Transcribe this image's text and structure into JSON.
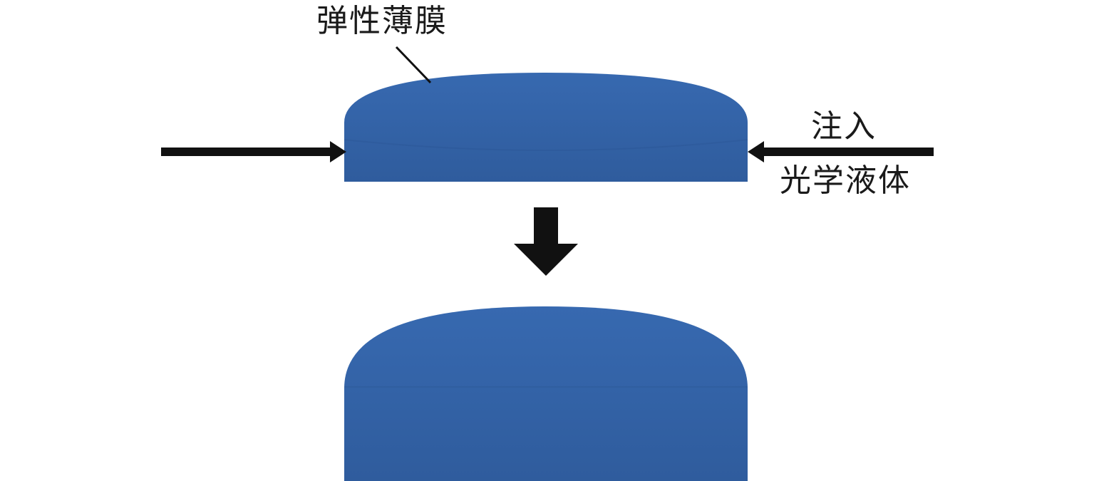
{
  "labels": {
    "membrane": "弹性薄膜",
    "inject_line1": "注入",
    "inject_line2": "光学液体"
  },
  "colors": {
    "lens_top": "#3667ae",
    "lens_bottom": "#2f5d9f",
    "arrow": "#111111",
    "text": "#1a1a1a"
  }
}
